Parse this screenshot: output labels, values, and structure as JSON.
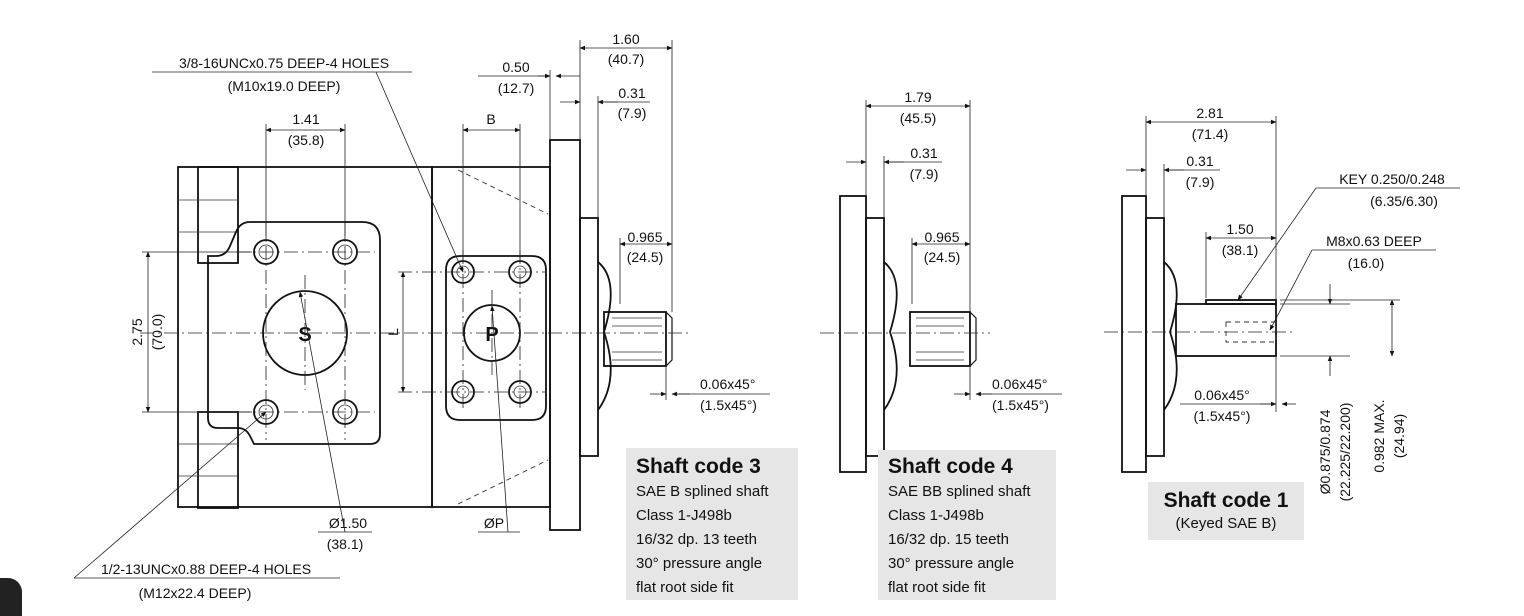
{
  "main_view": {
    "ports": {
      "suction": "S",
      "pressure": "P"
    },
    "dims": {
      "d_160": "1.60",
      "d_160_mm": "(40.7)",
      "d_050": "0.50",
      "d_050_mm": "(12.7)",
      "d_031": "0.31",
      "d_031_mm": "(7.9)",
      "d_141": "1.41",
      "d_141_mm": "(35.8)",
      "d_B": "B",
      "d_L": "L",
      "d_275": "2.75",
      "d_275_mm": "(70.0)",
      "d_0965": "0.965",
      "d_0965_mm": "(24.5)",
      "d_006": "0.06x45°",
      "d_006_mm": "(1.5x45°)",
      "d_150": "Ø1.50",
      "d_150_mm": "(38.1)",
      "d_P": "ØP"
    },
    "notes": {
      "upper_holes": "3/8-16UNCx0.75 DEEP-4 HOLES",
      "upper_holes_mm": "(M10x19.0 DEEP)",
      "lower_holes": "1/2-13UNCx0.88 DEEP-4 HOLES",
      "lower_holes_mm": "(M12x22.4 DEEP)"
    }
  },
  "shaft4_view": {
    "dims": {
      "d_179": "1.79",
      "d_179_mm": "(45.5)",
      "d_031": "0.31",
      "d_031_mm": "(7.9)",
      "d_0965": "0.965",
      "d_0965_mm": "(24.5)",
      "d_006": "0.06x45°",
      "d_006_mm": "(1.5x45°)"
    }
  },
  "shaft1_view": {
    "dims": {
      "d_281": "2.81",
      "d_281_mm": "(71.4)",
      "d_031": "0.31",
      "d_031_mm": "(7.9)",
      "d_150": "1.50",
      "d_150_mm": "(38.1)",
      "key": "KEY 0.250/0.248",
      "key_mm": "(6.35/6.30)",
      "thread": "M8x0.63 DEEP",
      "thread_mm": "(16.0)",
      "d_006": "0.06x45°",
      "d_006_mm": "(1.5x45°)",
      "d_0875": "Ø0.875/0.874",
      "d_0875_mm": "(22.225/22.200)",
      "d_0982": "0.982 MAX.",
      "d_0982_mm": "(24.94)"
    }
  },
  "captions": {
    "shaft3": {
      "title": "Shaft code 3",
      "lines": [
        "SAE B splined shaft",
        "Class 1-J498b",
        "16/32 dp. 13 teeth",
        "30° pressure angle",
        "flat root side fit"
      ]
    },
    "shaft4": {
      "title": "Shaft code 4",
      "lines": [
        "SAE BB splined shaft",
        "Class 1-J498b",
        "16/32 dp. 15 teeth",
        "30° pressure angle",
        "flat root side fit"
      ]
    },
    "shaft1": {
      "title": "Shaft code 1",
      "subtitle": "(Keyed SAE B)"
    }
  },
  "colors": {
    "caption_background": "#e6e6e6",
    "line": "#111111"
  }
}
